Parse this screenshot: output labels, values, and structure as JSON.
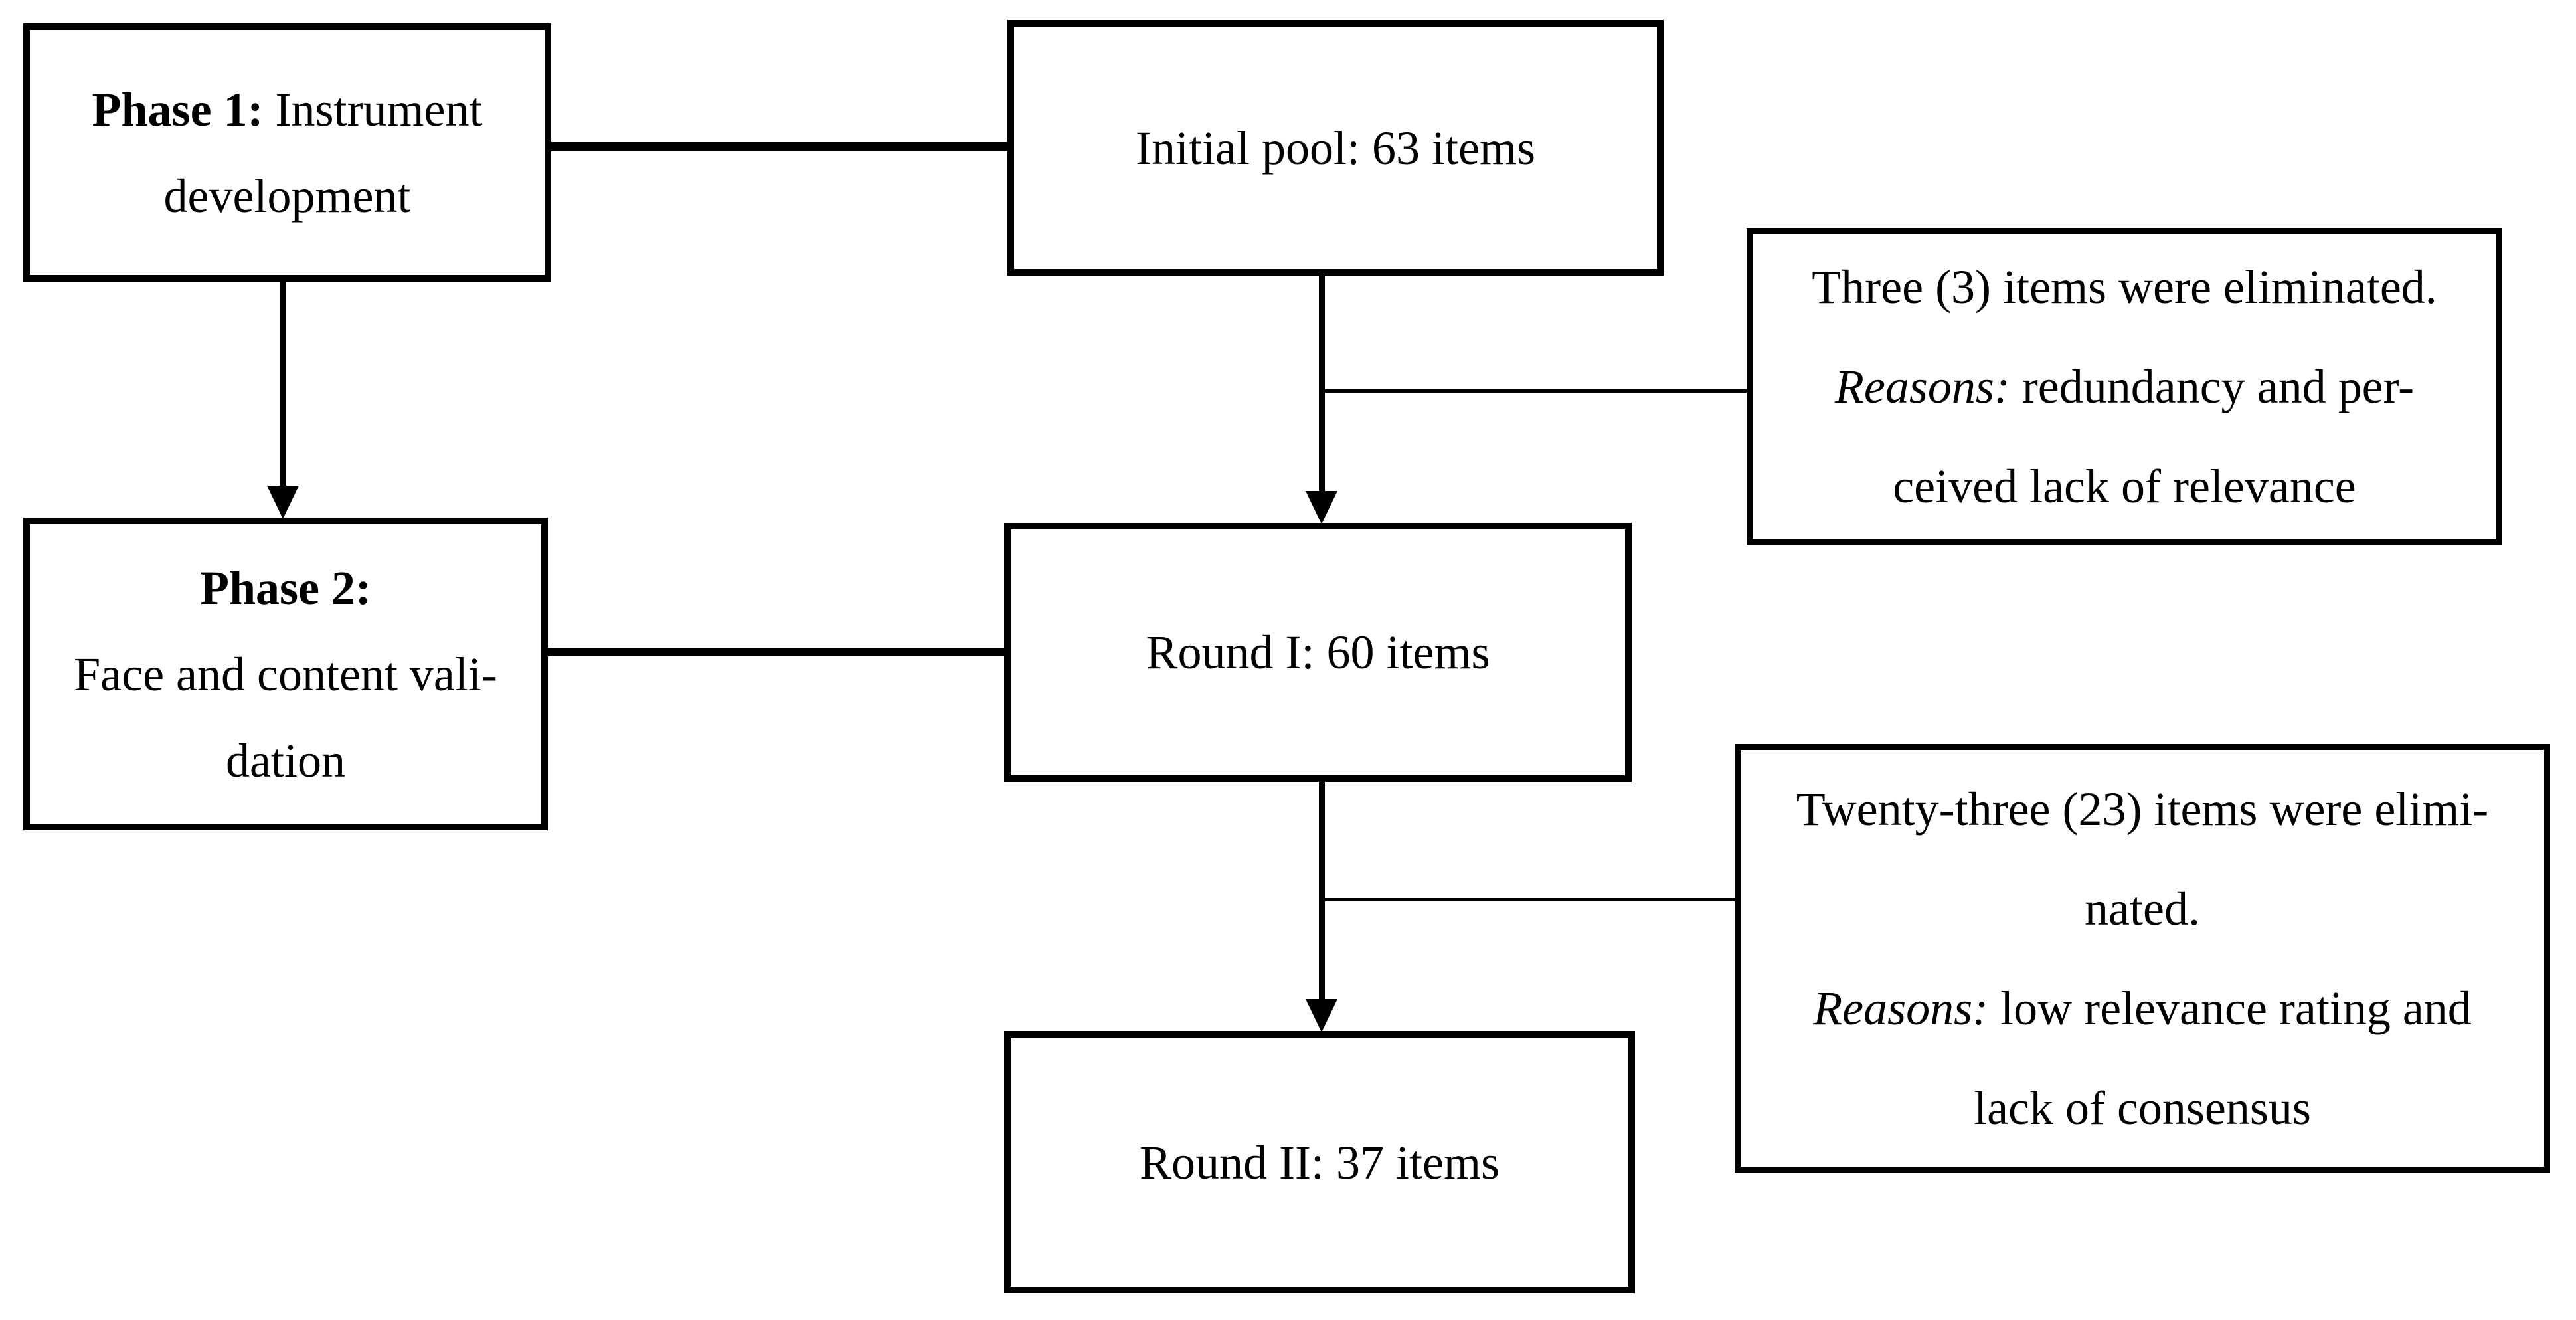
{
  "figure": {
    "type": "flowchart",
    "background_color": "#ffffff",
    "line_color": "#000000",
    "description": "Two-phase instrument development and validation flow with item elimination notes"
  },
  "boxes": {
    "phase1": {
      "lines": [
        {
          "emphasis": "Phase 1:",
          "emphasis_style": "bold",
          "text": " Instrument"
        },
        {
          "text": "development"
        }
      ]
    },
    "initial_pool": {
      "lines": [
        {
          "text": "Initial pool: 63 items"
        }
      ]
    },
    "three_items": {
      "lines": [
        {
          "text": "Three (3) items were eliminated."
        },
        {
          "emphasis": "Reasons:",
          "emphasis_style": "italic",
          "text": " redundancy and per-"
        },
        {
          "text": "ceived lack of relevance"
        }
      ]
    },
    "phase2": {
      "lines": [
        {
          "emphasis": "Phase 2:",
          "emphasis_style": "bold",
          "text": ""
        },
        {
          "text": "Face and content vali-"
        },
        {
          "text": "dation"
        }
      ]
    },
    "round1": {
      "lines": [
        {
          "text": "Round I: 60 items"
        }
      ]
    },
    "twenty_three": {
      "lines": [
        {
          "text": "Twenty-three (23) items were elimi-"
        },
        {
          "text": "nated."
        },
        {
          "emphasis": "Reasons:",
          "emphasis_style": "italic",
          "text": " low relevance rating and"
        },
        {
          "text": "lack of consensus"
        }
      ]
    },
    "round2": {
      "lines": [
        {
          "text": "Round II: 37 items"
        }
      ]
    }
  },
  "connectors": [
    {
      "id": "conn-thick-top",
      "style": "thick-horizontal",
      "from": "phase1",
      "to": "initial_pool"
    },
    {
      "id": "conn-thick-mid",
      "style": "thick-horizontal",
      "from": "phase2",
      "to": "round1"
    },
    {
      "id": "arrow1",
      "style": "arrow-down",
      "from": "phase1",
      "to": "phase2"
    },
    {
      "id": "arrow2",
      "style": "arrow-down",
      "from": "initial_pool",
      "to": "round1"
    },
    {
      "id": "arrow3",
      "style": "arrow-down",
      "from": "round1",
      "to": "round2"
    },
    {
      "id": "conn-thin-top",
      "style": "thin-horizontal",
      "from": "arrow2",
      "to": "three_items"
    },
    {
      "id": "conn-thin-bottom",
      "style": "thin-horizontal",
      "from": "arrow3",
      "to": "twenty_three"
    }
  ]
}
